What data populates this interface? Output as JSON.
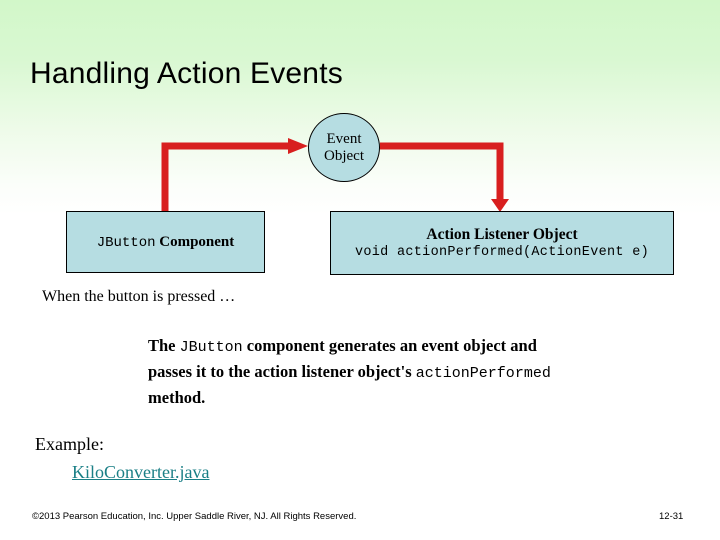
{
  "slide": {
    "title": "Handling Action Events",
    "background_top_color": "#d2f7c9",
    "background_bottom_color": "#ffffff"
  },
  "diagram": {
    "node_fill_color": "#b6dde2",
    "arrow_color": "#d81f1f",
    "event_object": {
      "line1": "Event",
      "line2": "Object"
    },
    "jbutton": {
      "code_label": "JButton",
      "text_label": " Component"
    },
    "listener": {
      "title": "Action Listener Object",
      "signature": "void actionPerformed(ActionEvent e)"
    },
    "arrows": [
      {
        "name": "jbutton-to-event-object",
        "from": "JButton Component",
        "to": "Event Object"
      },
      {
        "name": "event-object-to-listener",
        "from": "Event Object",
        "to": "Action Listener Object"
      }
    ]
  },
  "body": {
    "pressed_line": "When the button is pressed …",
    "paragraph": {
      "part1": "The ",
      "code1": "JButton",
      "part2": " component generates an event object and passes it to the action listener object's ",
      "code2": "actionPerformed",
      "part3": " method."
    }
  },
  "example": {
    "label": "Example:",
    "link_text": "KiloConverter.java",
    "link_color": "#1a7f86"
  },
  "footer": {
    "copyright": "©2013 Pearson Education, Inc. Upper Saddle River, NJ. All Rights Reserved.",
    "slide_number": "12-31"
  }
}
